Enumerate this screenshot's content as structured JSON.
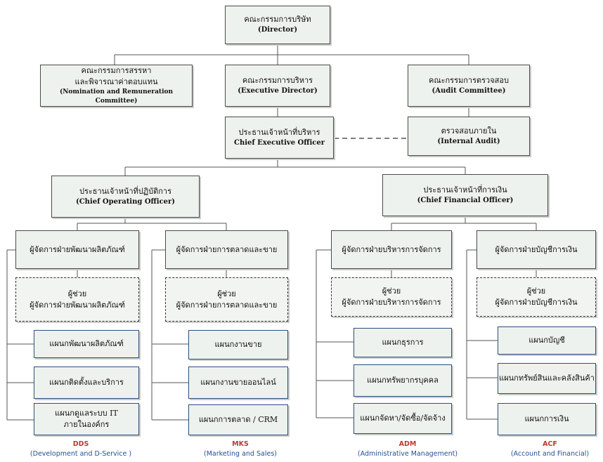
{
  "chart": {
    "director": {
      "th": "คณะกรรมการบริษัท",
      "en": "(Director)"
    },
    "nomination": {
      "th1": "คณะกรรมการสรรหา",
      "th2": "และพิจารณาค่าตอบแทน",
      "en": "(Nomination and Remuneration Committee)"
    },
    "executive": {
      "th": "คณะกรรมการบริหาร",
      "en": "(Executive Director)"
    },
    "audit": {
      "th": "คณะกรรมการตรวจสอบ",
      "en": "(Audit Committee)"
    },
    "ceo": {
      "th": "ประธานเจ้าหน้าที่บริหาร",
      "en": "Chief Executive Officer"
    },
    "internal_audit": {
      "th": "ตรวจสอบภายใน",
      "en": "(Internal Audit)"
    },
    "coo": {
      "th": "ประธานเจ้าหน้าที่ปฏิบัติการ",
      "en": "(Chief Operating Officer)"
    },
    "cfo": {
      "th": "ประธานเจ้าหน้าที่การเงิน",
      "en": "(Chief Financial Officer)"
    },
    "dds": {
      "manager": "ผู้จัดการฝ่ายพัฒนาผลิตภัณฑ์",
      "assistant1": "ผู้ช่วย",
      "assistant2": "ผู้จัดการฝ่ายพัฒนาผลิตภัณฑ์",
      "dept1": "แผนกพัฒนาผลิตภัณฑ์",
      "dept2": "แผนกติดตั้งและบริการ",
      "dept3a": "แผนกดูแลระบบ IT",
      "dept3b": "ภายในองค์กร",
      "code": "DDS",
      "desc": "(Development and D-Service )"
    },
    "mks": {
      "manager": "ผู้จัดการฝ่ายการตลาดและขาย",
      "assistant1": "ผู้ช่วย",
      "assistant2": "ผู้จัดการฝ่ายการตลาดและขาย",
      "dept1": "แผนกงานขาย",
      "dept2": "แผนกงานขายออนไลน์",
      "dept3": "แผนกการตลาด / CRM",
      "code": "MKS",
      "desc": "(Marketing and Sales)"
    },
    "adm": {
      "manager": "ผู้จัดการฝ่ายบริหารการจัดการ",
      "assistant1": "ผู้ช่วย",
      "assistant2": "ผู้จัดการฝ่ายบริหารการจัดการ",
      "dept1": "แผนกธุรการ",
      "dept2": "แผนกทรัพยากรบุคคล",
      "dept3": "แผนกจัดหา/จัดซื้อ/จัดจ้าง",
      "code": "ADM",
      "desc": "(Administrative Management)"
    },
    "acf": {
      "manager": "ผู้จัดการฝ่ายบัญชีการเงิน",
      "assistant1": "ผู้ช่วย",
      "assistant2": "ผู้จัดการฝ่ายบัญชีการเงิน",
      "dept1": "แผนกบัญชี",
      "dept2": "แผนกทรัพย์สินและคลังสินค้า",
      "dept3": "แผนกการเงิน",
      "code": "ACF",
      "desc": "(Account and Financial)"
    }
  }
}
